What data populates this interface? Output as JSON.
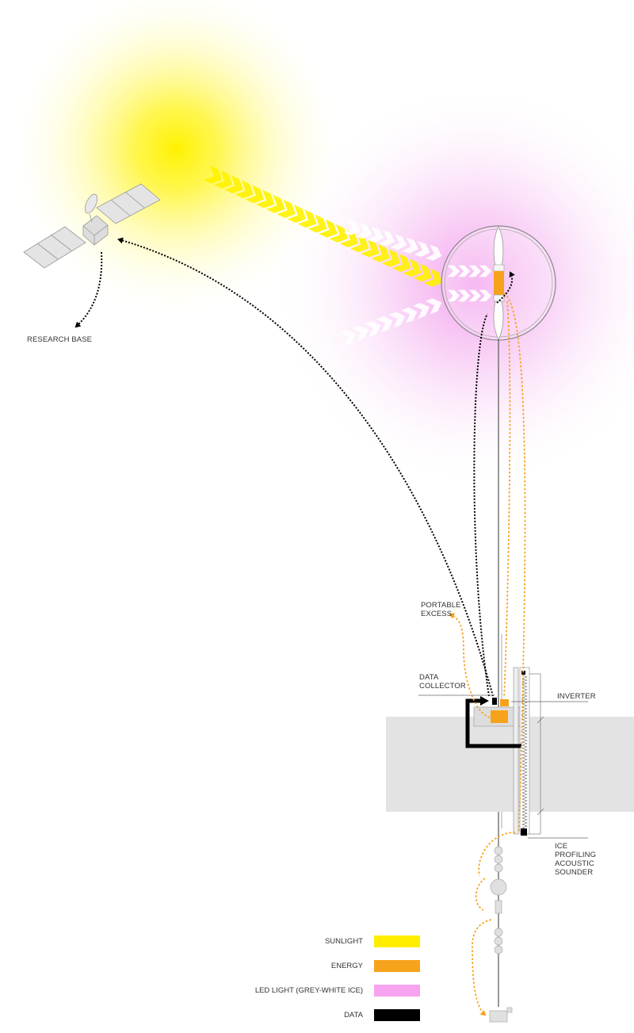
{
  "labels": {
    "research_base": "RESEARCH BASE",
    "portable_excess": [
      "PORTABLE",
      "EXCESS"
    ],
    "data_collector": [
      "DATA",
      "COLLECTOR"
    ],
    "inverter": "INVERTER",
    "ice_profiling_acoustic_sounder": [
      "ICE",
      "PROFILING",
      "ACOUSTIC",
      "SOUNDER"
    ]
  },
  "legend": [
    {
      "label": "SUNLIGHT",
      "color": "#ffee00"
    },
    {
      "label": "ENERGY",
      "color": "#f7a21b"
    },
    {
      "label": "LED LIGHT (GREY-WHITE ICE)",
      "color": "#f7a3f0"
    },
    {
      "label": "DATA",
      "color": "#000000"
    }
  ],
  "colors": {
    "sun": "#fff200",
    "led_glow": "#f5a6f0",
    "energy": "#f7a21b",
    "data": "#000000",
    "ice": "#e3e3e3",
    "equipment": "#dcdcdc"
  }
}
